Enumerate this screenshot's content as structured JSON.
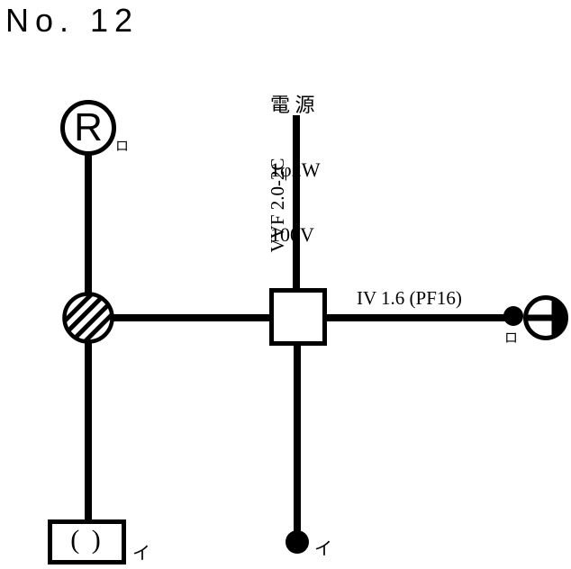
{
  "title": "No. 12",
  "source": {
    "line1": "電 源",
    "line2": "1φ2W",
    "line3": "100V"
  },
  "wiring": {
    "vvf_label": "VVF 2.0-2C",
    "iv_label": "IV 1.6 (PF16)"
  },
  "devices": {
    "lamp_receptacle": {
      "letter": "R",
      "circuit": "ロ"
    },
    "ceiling_rose": {
      "symbol": "( )",
      "circuit": "イ"
    },
    "switch_bottom": {
      "circuit": "イ"
    },
    "switch_right": {
      "circuit": "ロ"
    }
  },
  "colors": {
    "ink": "#000000",
    "paper": "#ffffff"
  }
}
